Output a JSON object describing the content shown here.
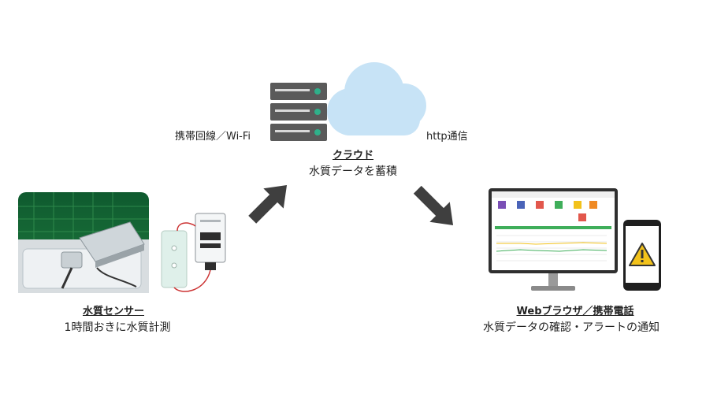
{
  "cloud": {
    "title": "クラウド",
    "subtitle": "水質データを蓄積",
    "left_link_label": "携帯回線／Wi-Fi",
    "right_link_label": "http通信"
  },
  "sensor": {
    "title": "水質センサー",
    "subtitle": "1時間おきに水質計測"
  },
  "client": {
    "title": "Webブラウザ／携帯電話",
    "subtitle": "水質データの確認・アラートの通知"
  },
  "colors": {
    "arrow": "#3f3f3f",
    "server": "#5a5a5a",
    "server_led": "#2fb08a",
    "cloud": "#c7e3f6",
    "dashboard_bar": "#3fae5a",
    "alert": "#f2c21b"
  },
  "icons": [
    "server-icon",
    "cloud-icon",
    "arrow-icon",
    "monitor-icon",
    "smartphone-icon",
    "warning-icon"
  ]
}
